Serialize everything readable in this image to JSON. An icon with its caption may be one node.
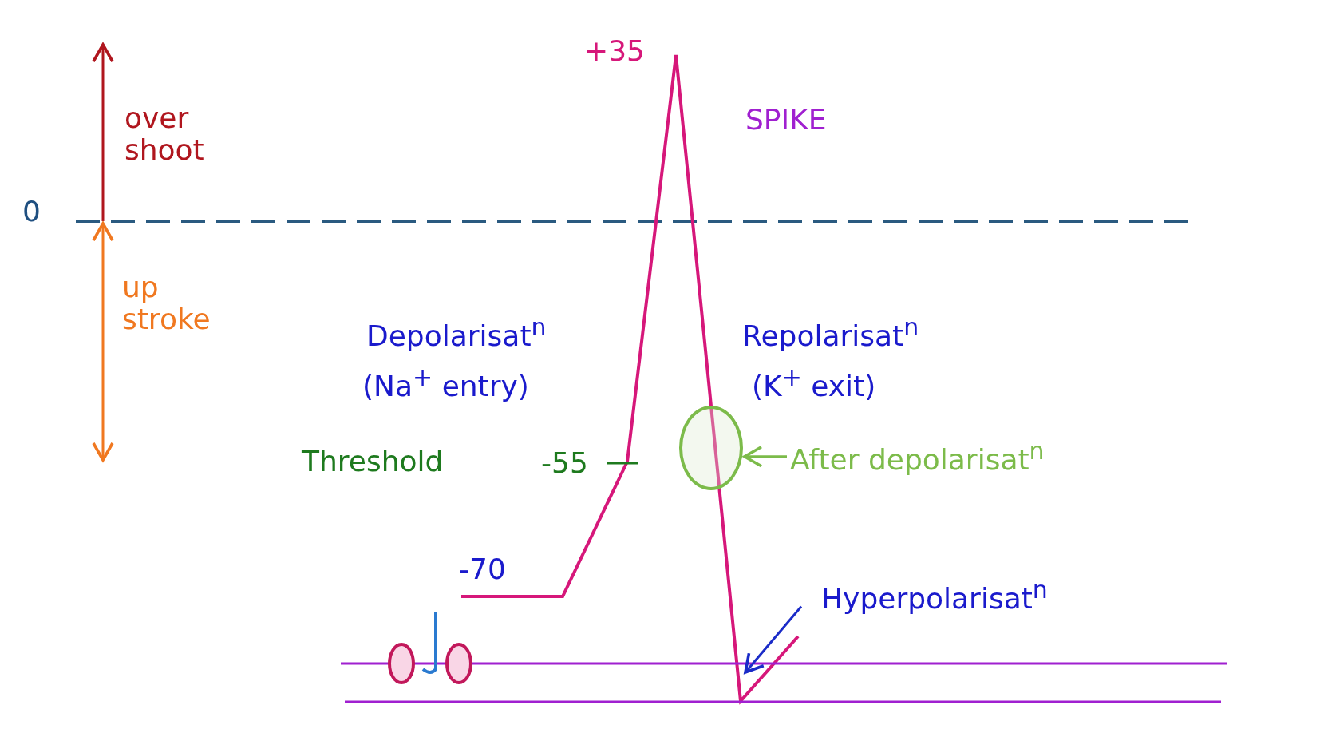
{
  "diagram": {
    "nodes": [
      {
        "text": [
          "After depolarisat$^{n}$"
        ]
      },
      {
        "text": [],
        "shape": "circle"
      },
      {
        "text": [
          "Hyperpolarisat$^{n}$"
        ]
      }
    ],
    "edges": [
      {
        "from": 0,
        "to": 1,
        "arrow": "to"
      },
      {
        "from": 2,
        "to": null,
        "arrow": "to",
        "color": "#1a2bc8"
      }
    ],
    "labels": [
      "+35",
      "over shoot",
      "SPIKE",
      "0",
      "up stroke",
      "Depolarisat$^{n}$",
      "Repolarisat$^{n}$",
      "(Na$^{+}$ entry)",
      "(K$^{+}$ exit)",
      "Threshold",
      "-55",
      "-70"
    ]
  }
}
